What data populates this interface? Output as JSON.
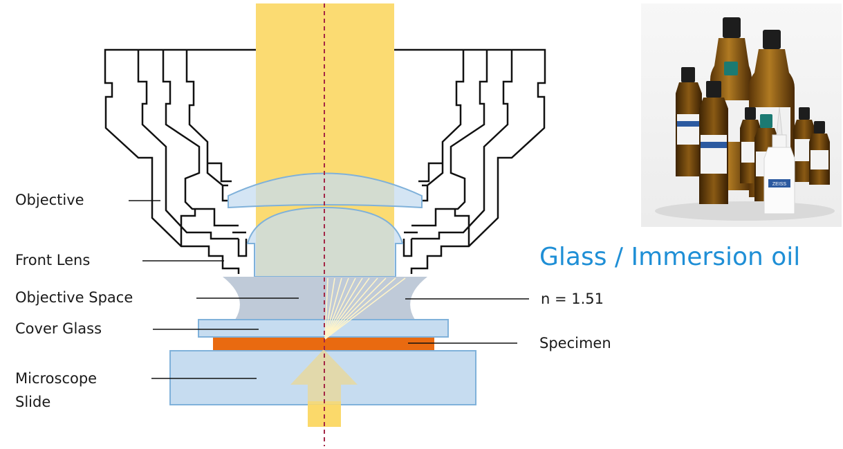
{
  "labels": {
    "objective": "Objective",
    "front_lens": "Front Lens",
    "objective_space": "Objective Space",
    "cover_glass": "Cover Glass",
    "microscope_slide_line1": "Microscope",
    "microscope_slide_line2": "Slide",
    "refractive_index": "n = 1.51",
    "specimen": "Specimen"
  },
  "heading": "Glass / Immersion oil",
  "photo": {
    "subject": "immersion oil bottles",
    "brand_label": "ZEISS"
  },
  "colors": {
    "light_beam": "#fbd96a",
    "lens_glass": "#c6dcf0",
    "lens_outline": "#7fb1da",
    "immersion_medium": "#bfcad8",
    "specimen": "#e96a10",
    "optical_axis": "#a32645",
    "heading_blue": "#1f8fd6",
    "rays": "#fff4c8"
  }
}
